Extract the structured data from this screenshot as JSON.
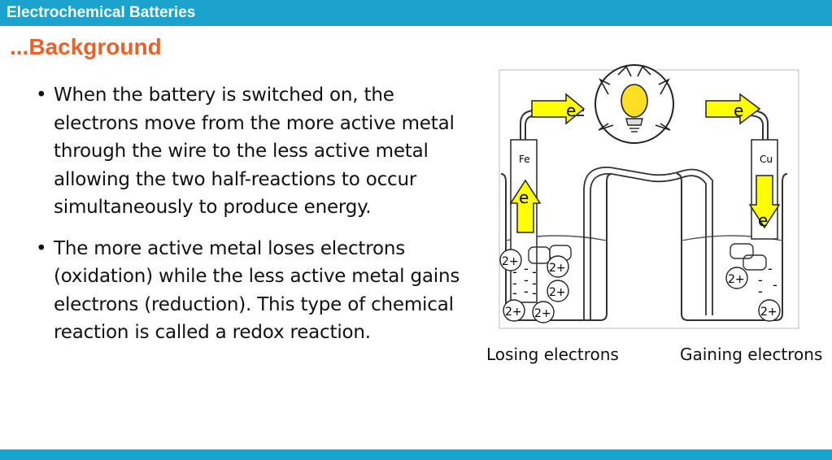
{
  "header": {
    "title": "Electrochemical Batteries"
  },
  "section": {
    "title": "...Background"
  },
  "bullets": [
    {
      "text": "When the battery is switched on, the electrons move from the more active metal through the wire to the less active metal allowing the two half-reactions to occur simultaneously to produce energy."
    },
    {
      "text": "The more active metal loses electrons (oxidation) while the less active metal gains electrons (reduction). This type of chemical reaction is called a redox reaction."
    }
  ],
  "diagram": {
    "left_metal": "Fe",
    "right_metal": "Cu",
    "electron_label": "e",
    "ion_label": "2+",
    "charge_label": "-",
    "caption_left": "Losing electrons",
    "caption_right": "Gaining electrons"
  },
  "colors": {
    "bar": "#1aa3cc",
    "section_title": "#e8622a",
    "arrow_fill": "#ffff00"
  }
}
